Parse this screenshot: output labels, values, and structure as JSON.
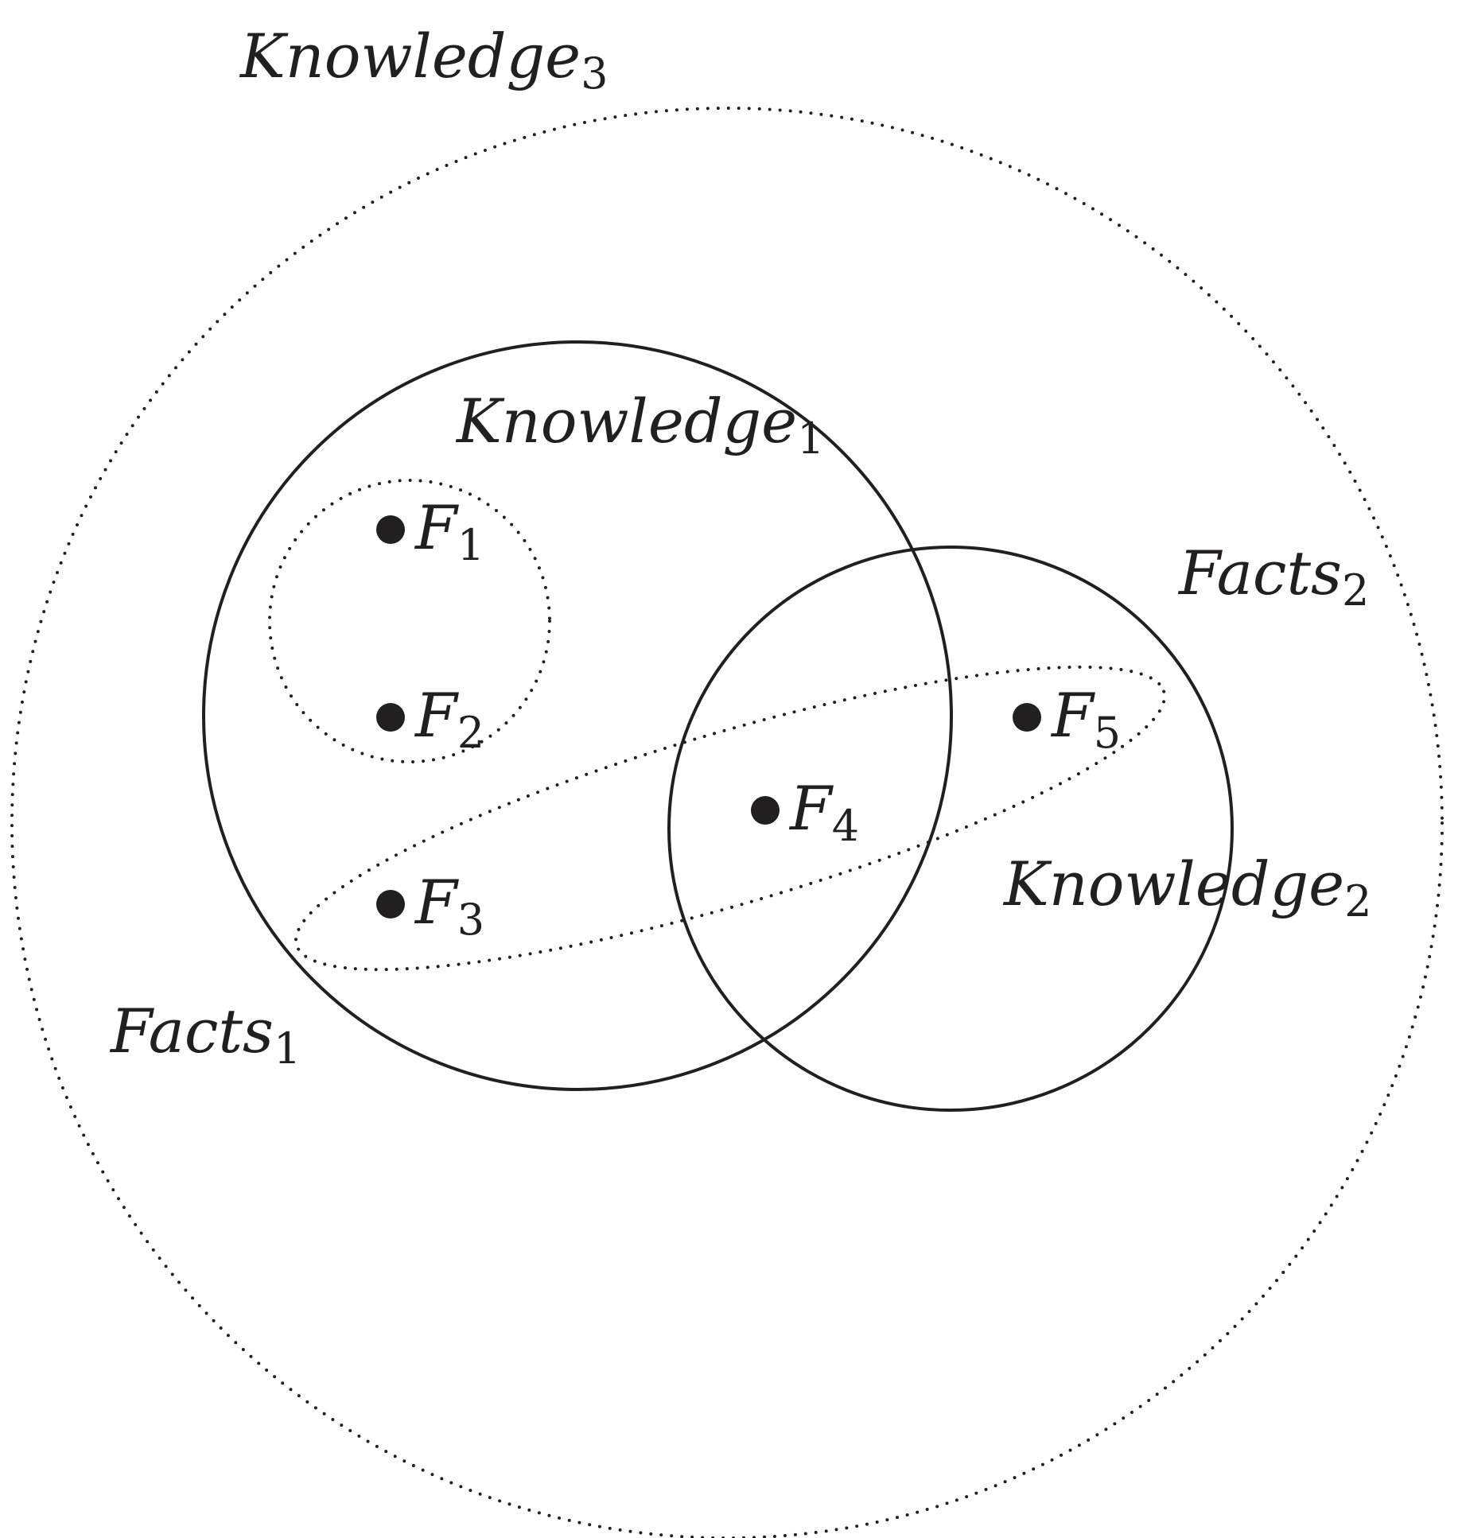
{
  "regions": {
    "knowledge3": {
      "base": "Knowledge",
      "sub": "3"
    },
    "knowledge1": {
      "base": "Knowledge",
      "sub": "1"
    },
    "knowledge2": {
      "base": "Knowledge",
      "sub": "2"
    },
    "facts1": {
      "base": "Facts",
      "sub": "1"
    },
    "facts2": {
      "base": "Facts",
      "sub": "2"
    }
  },
  "facts": [
    {
      "base": "F",
      "sub": "1"
    },
    {
      "base": "F",
      "sub": "2"
    },
    {
      "base": "F",
      "sub": "3"
    },
    {
      "base": "F",
      "sub": "4"
    },
    {
      "base": "F",
      "sub": "5"
    }
  ],
  "colors": {
    "ink": "#231f20",
    "background": "#ffffff"
  }
}
